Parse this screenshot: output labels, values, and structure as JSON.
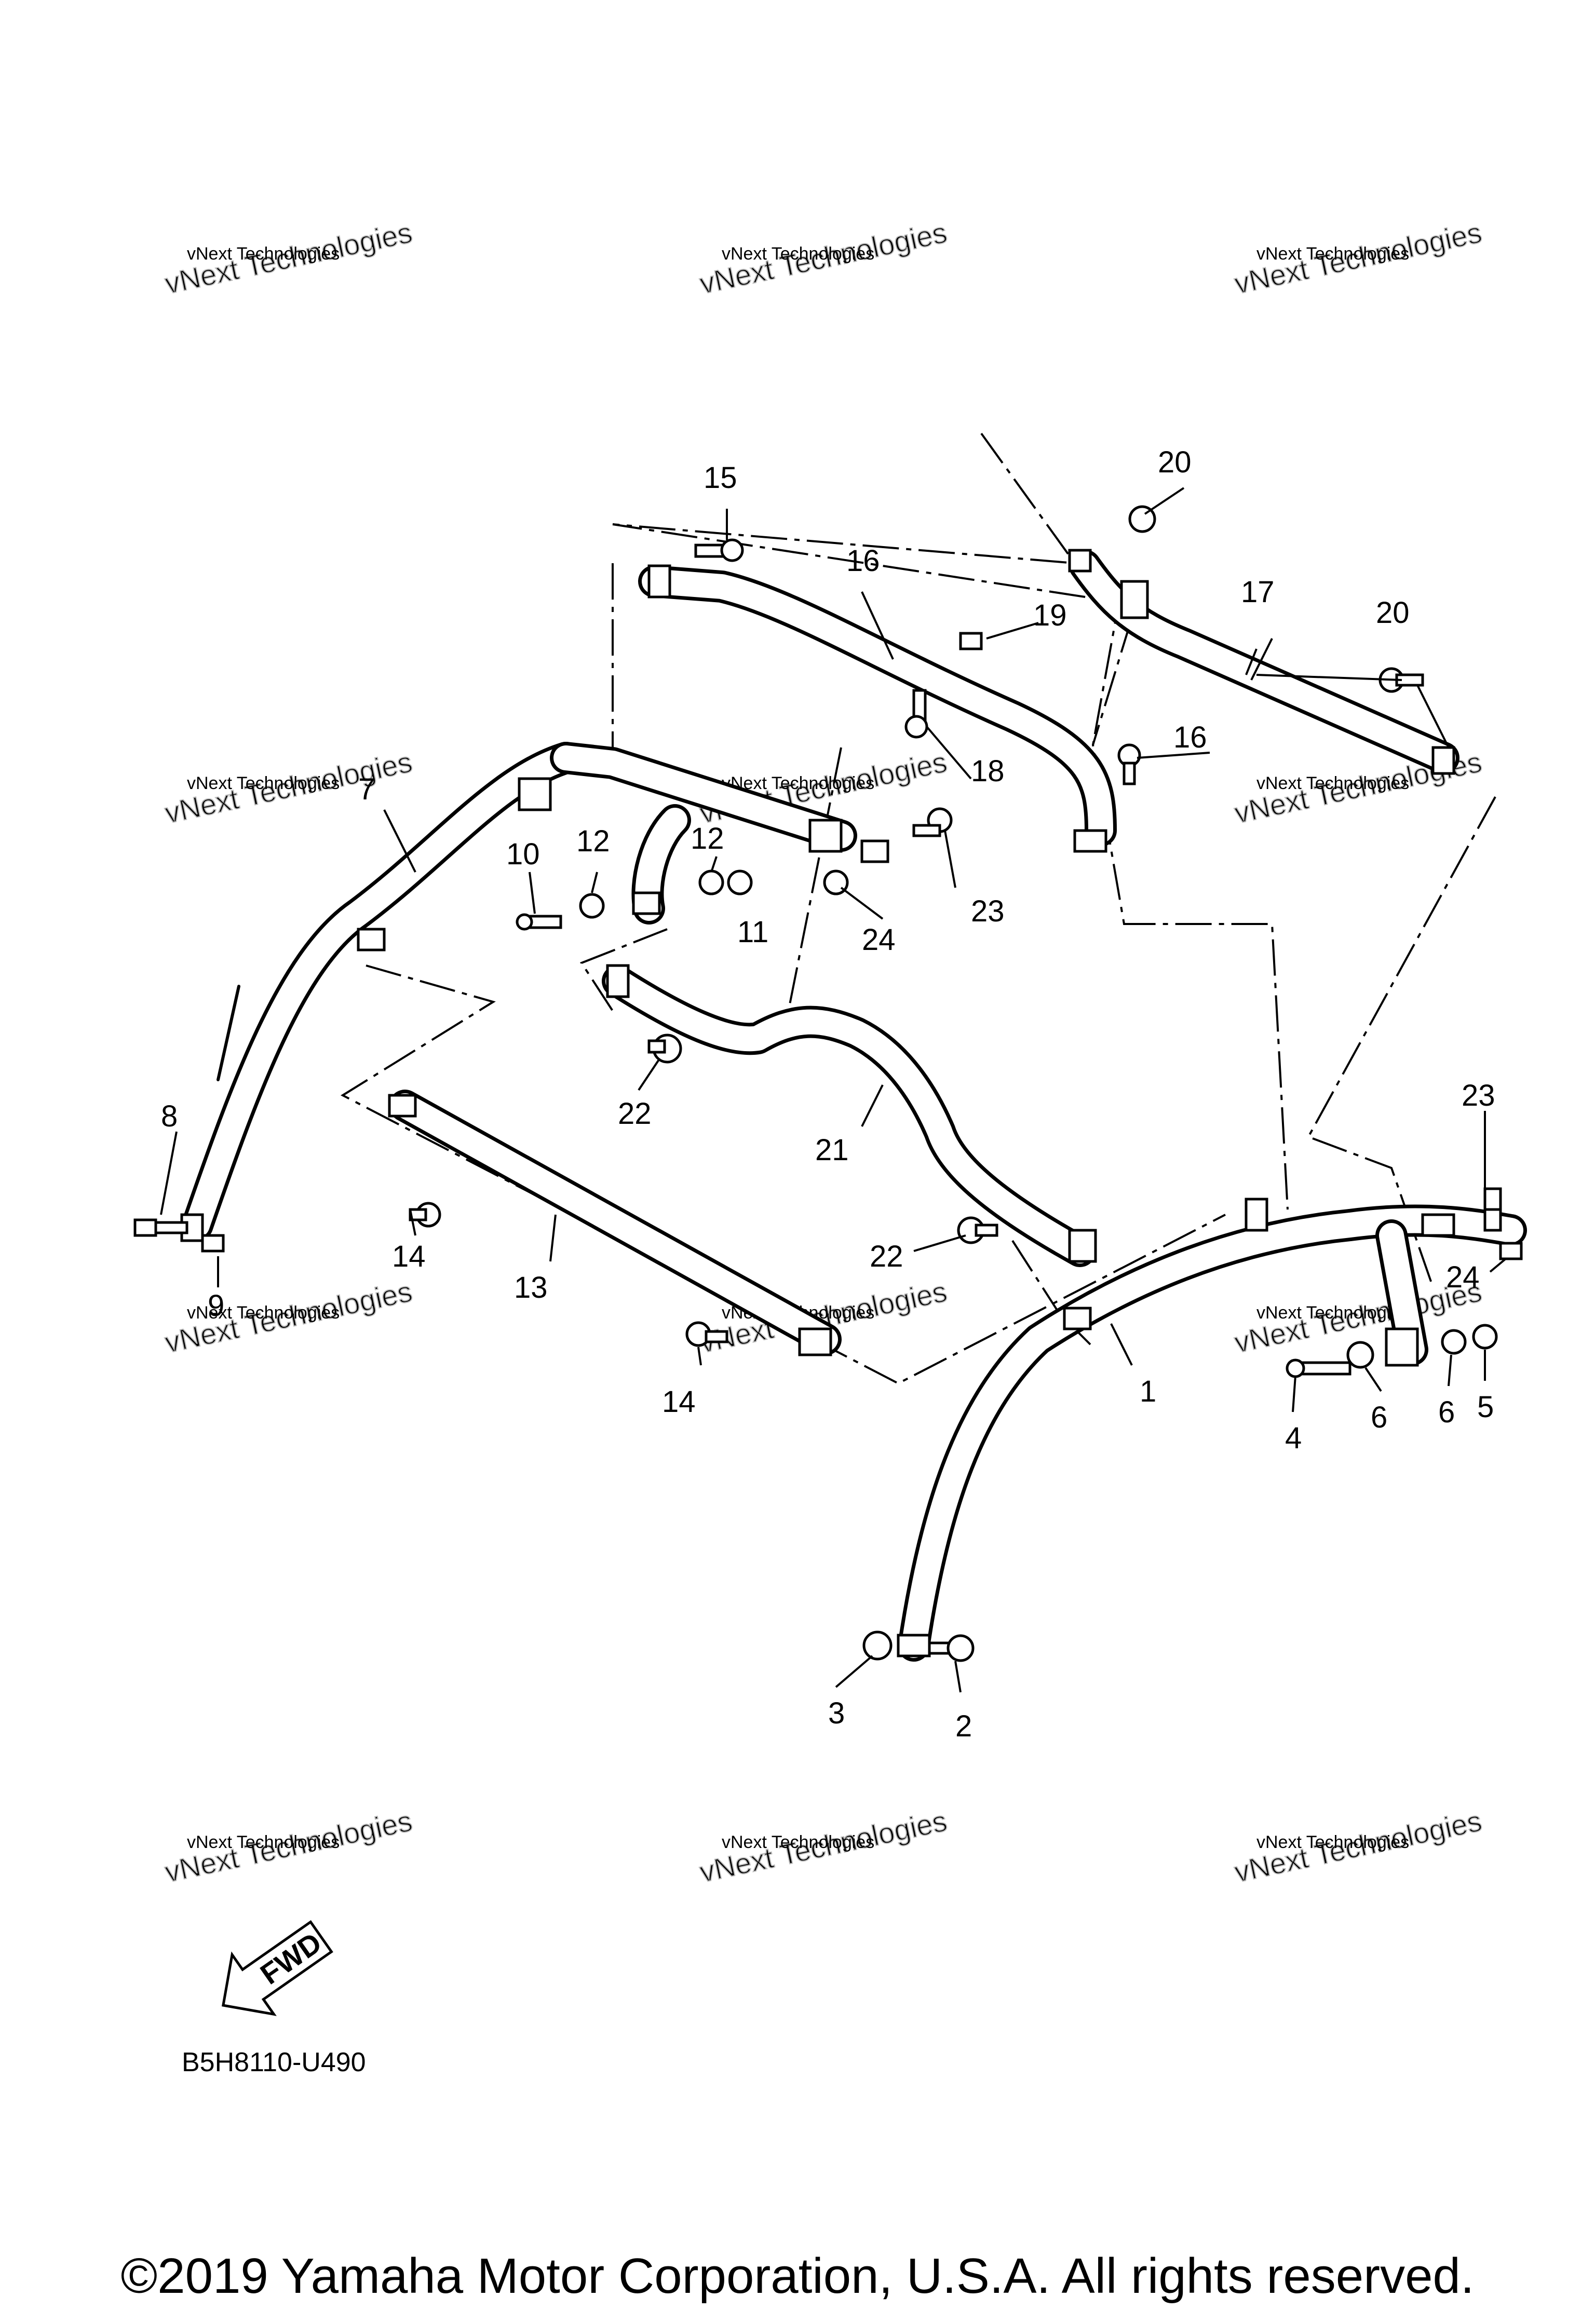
{
  "diagram": {
    "callouts": [
      "1",
      "2",
      "3",
      "4",
      "5",
      "6",
      "7",
      "8",
      "9",
      "10",
      "11",
      "12",
      "12",
      "13",
      "14",
      "14",
      "15",
      "16",
      "16",
      "17",
      "18",
      "19",
      "20",
      "20",
      "21",
      "22",
      "22",
      "23",
      "23",
      "24",
      "24"
    ],
    "watermark_line1": "vNext Technologies",
    "watermark_line2": "vNext Technologies",
    "fwd_label": "FWD",
    "diagram_code": "B5H8110-U490"
  },
  "footer": {
    "copyright": "©2019 Yamaha Motor Corporation, U.S.A. All rights reserved."
  }
}
